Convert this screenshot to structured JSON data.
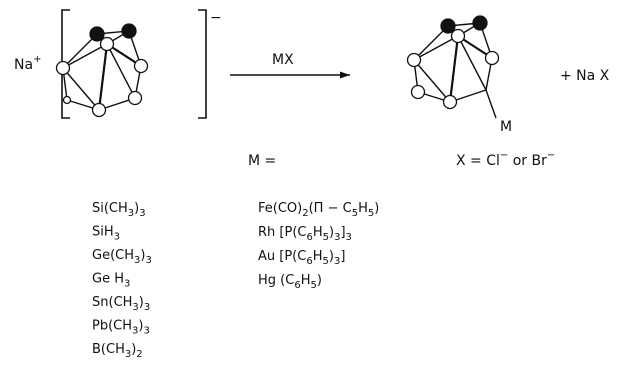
{
  "reaction": {
    "cation": "Na",
    "cation_charge": "+",
    "anion_charge": "−",
    "reagent": "MX",
    "byproduct": "+ Na X",
    "product_substituent": "M",
    "m_label": "M =",
    "x_label": "X = Cl",
    "x_or": " or Br",
    "x_minus": "−"
  },
  "substituents_left": [
    {
      "p1": "Si(CH",
      "s1": "3",
      "p2": ")",
      "s2": "3",
      "p3": ""
    },
    {
      "p1": "SiH",
      "s1": "3",
      "p2": "",
      "s2": "",
      "p3": ""
    },
    {
      "p1": "Ge(CH",
      "s1": "3",
      "p2": ")",
      "s2": "3",
      "p3": ""
    },
    {
      "p1": "Ge H",
      "s1": "3",
      "p2": "",
      "s2": "",
      "p3": ""
    },
    {
      "p1": "Sn(CH",
      "s1": "3",
      "p2": ")",
      "s2": "3",
      "p3": ""
    },
    {
      "p1": "Pb(CH",
      "s1": "3",
      "p2": ")",
      "s2": "3",
      "p3": ""
    },
    {
      "p1": "B(CH",
      "s1": "3",
      "p2": ")",
      "s2": "2",
      "p3": ""
    }
  ],
  "substituents_right": [
    {
      "p1": "Fe(CO)",
      "s1": "2",
      "p2": "(Π − C",
      "s2": "5",
      "p3": "H",
      "s3": "5",
      "p4": ")",
      "s4": "",
      "p5": ""
    },
    {
      "p1": "Rh [P(C",
      "s1": "6",
      "p2": "H",
      "s2": "5",
      "p3": ")",
      "s3": "3",
      "p4": "]",
      "s4": "3",
      "p5": ""
    },
    {
      "p1": "Au [P(C",
      "s1": "6",
      "p2": "H",
      "s2": "5",
      "p3": ")",
      "s3": "3",
      "p4": "]",
      "s4": "",
      "p5": ""
    },
    {
      "p1": "Hg (C",
      "s1": "6",
      "p2": "H",
      "s2": "5",
      "p3": ")",
      "s3": "",
      "p4": "",
      "s4": "",
      "p5": ""
    }
  ]
}
